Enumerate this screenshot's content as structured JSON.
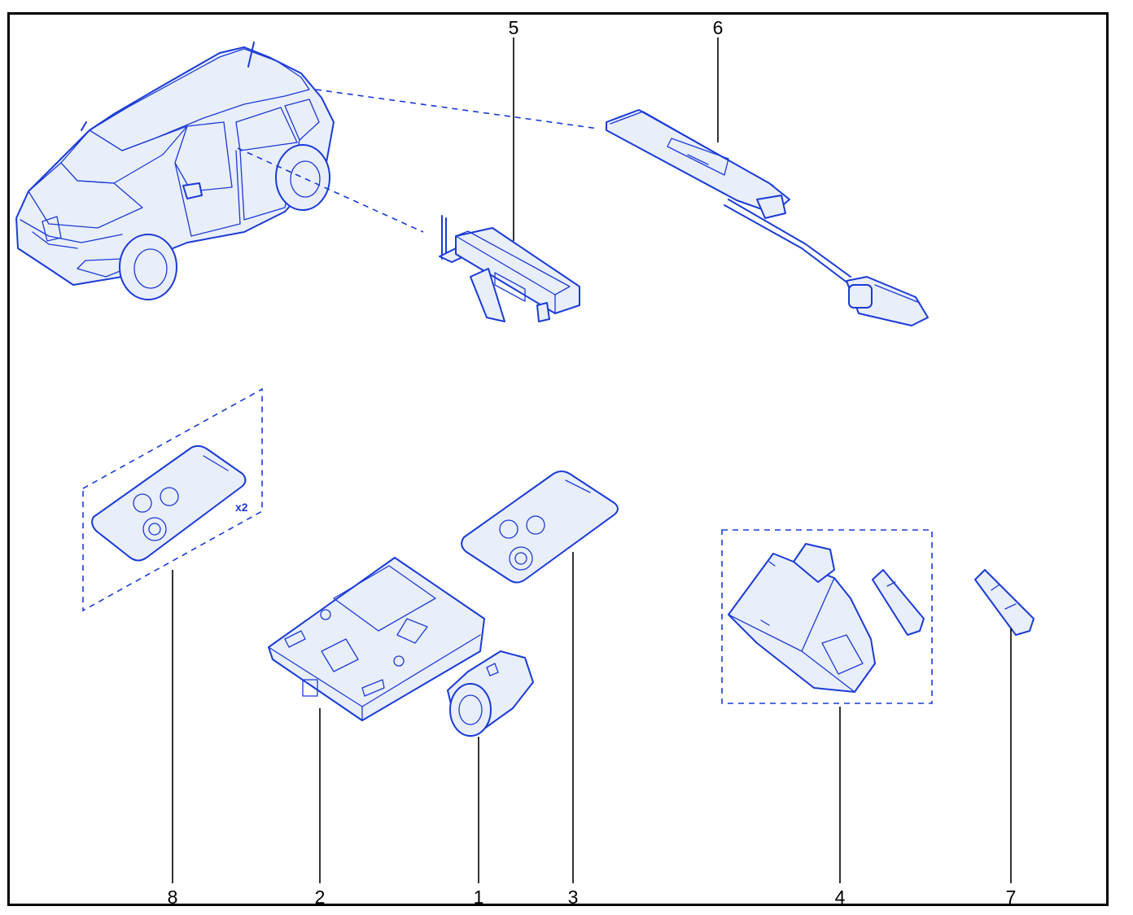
{
  "callouts": [
    {
      "id": "1",
      "label": "1"
    },
    {
      "id": "2",
      "label": "2"
    },
    {
      "id": "3",
      "label": "3"
    },
    {
      "id": "4",
      "label": "4"
    },
    {
      "id": "5",
      "label": "5"
    },
    {
      "id": "6",
      "label": "6"
    },
    {
      "id": "7",
      "label": "7"
    },
    {
      "id": "8",
      "label": "8"
    }
  ],
  "annotations": {
    "quantity_8": "x2"
  },
  "colors": {
    "line": "#1a3bd6",
    "fill": "#e9eefb",
    "frame": "#000000",
    "background": "#ffffff"
  },
  "icons": [
    "car-icon",
    "keycard-icon",
    "ignition-switch-icon",
    "antenna-module-icon",
    "uch-module-icon"
  ]
}
